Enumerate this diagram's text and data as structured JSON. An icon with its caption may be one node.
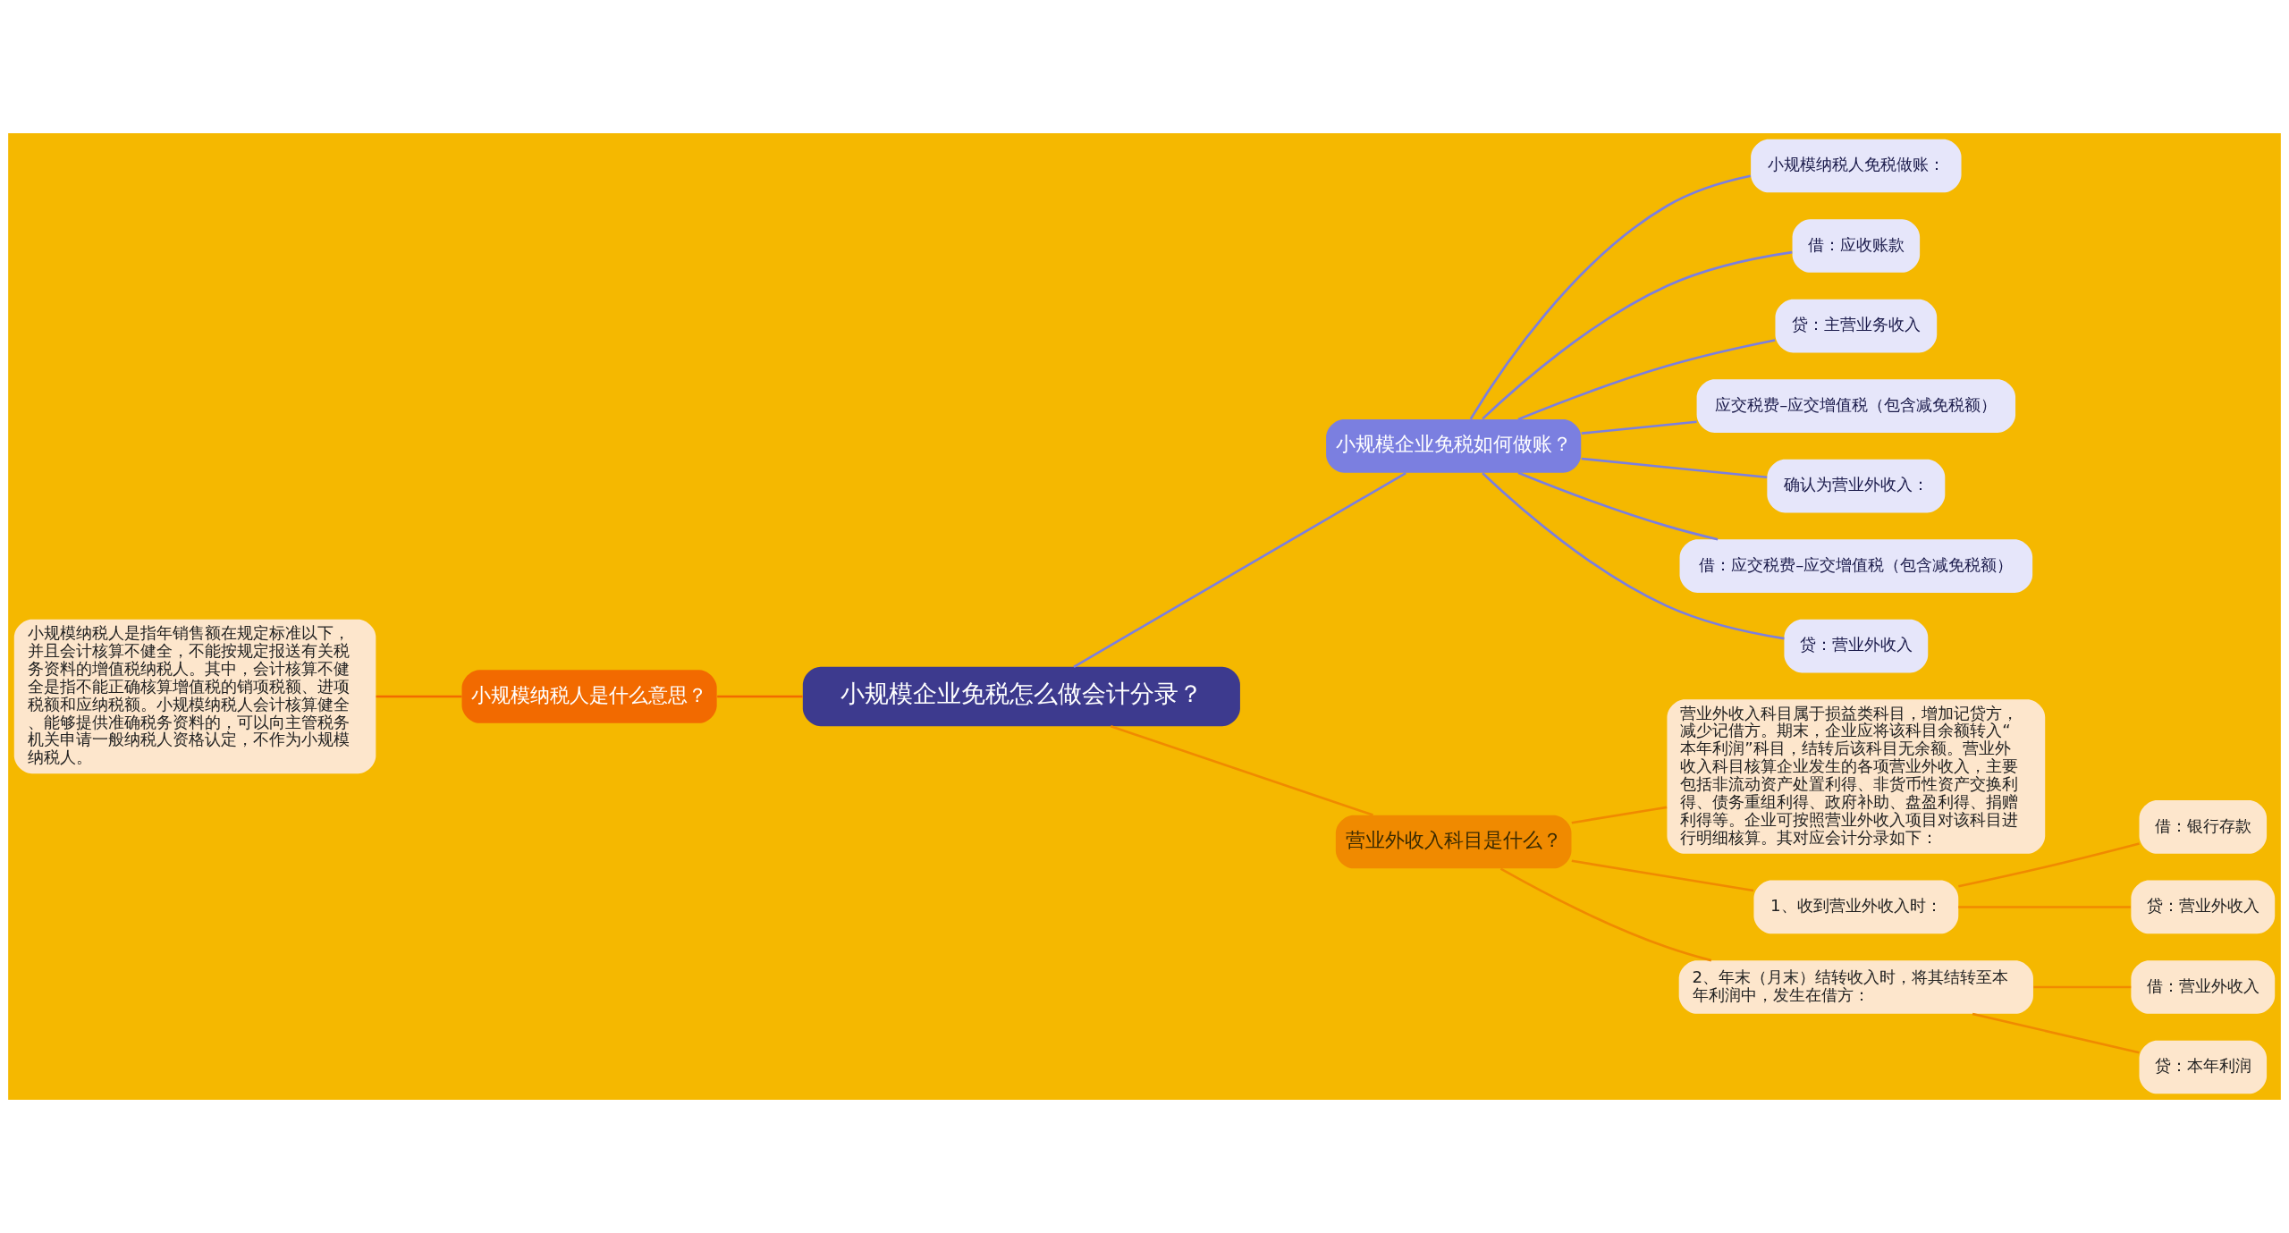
{
  "diagram": {
    "nodes": [
      {
        "text": [
          "小规模企业免税怎么做会计分录？"
        ]
      },
      {
        "text": [
          "小规模纳税人是什么意思？"
        ]
      },
      {
        "text": [
          "小规模纳税人是指年销售额在规定标准以下，并且会计核算不健全，不能按规定报送有关税务资料的增值税纳税人。其中，会计核算不健全是指不能正确核算增值税的销项税额、进项税额和应纳税额。小规模纳税人会计核算健全、能够提供准确税务资料的，可以向主管税务机关申请一般纳税人资格认定，不作为小规模纳税人。"
        ]
      },
      {
        "text": [
          "小规模企业免税如何做账？"
        ]
      },
      {
        "text": [
          "小规模纳税人免税做账："
        ]
      },
      {
        "text": [
          "借：应收账款"
        ]
      },
      {
        "text": [
          "贷：主营业务收入"
        ]
      },
      {
        "text": [
          "应交税费–应交增值税（包含减免税额）"
        ]
      },
      {
        "text": [
          "确认为营业外收入："
        ]
      },
      {
        "text": [
          "借：应交税费–应交增值税（包含减免税额）"
        ]
      },
      {
        "text": [
          "贷：营业外收入"
        ]
      },
      {
        "text": [
          "营业外收入科目是什么？"
        ]
      },
      {
        "text": [
          "营业外收入科目属于损益类科目，增加记贷方，减少记借方。期末，企业应将该科目余额转入“本年利润”科目，结转后该科目无余额。营业外收入科目核算企业发生的各项营业外收入，主要包括非流动资产处置利得、非货币性资产交换利得、债务重组利得、政府补助、盘盈利得、捐赠利得等。企业可按照营业外收入项目对该科目进行明细核算。其对应会计分录如下："
        ]
      },
      {
        "text": [
          "1、收到营业外收入时："
        ]
      },
      {
        "text": [
          "借：银行存款"
        ]
      },
      {
        "text": [
          "贷：营业外收入"
        ]
      },
      {
        "text": [
          "2、年末（月末）结转收入时，将其结转至本年利润中，发生在借方："
        ]
      },
      {
        "text": [
          "借：营业外收入"
        ]
      },
      {
        "text": [
          "贷：本年利润"
        ]
      }
    ],
    "edges": [
      {
        "from": 0,
        "to": 1,
        "arrow": "none",
        "color": "#f26a00"
      },
      {
        "from": 1,
        "to": 2,
        "arrow": "none",
        "color": "#f26a00"
      },
      {
        "from": 0,
        "to": 3,
        "arrow": "none",
        "color": "#7b7fe0"
      },
      {
        "from": 3,
        "to": 4,
        "arrow": "none",
        "color": "#7b7fe0"
      },
      {
        "from": 3,
        "to": 5,
        "arrow": "none",
        "color": "#7b7fe0"
      },
      {
        "from": 3,
        "to": 6,
        "arrow": "none",
        "color": "#7b7fe0"
      },
      {
        "from": 3,
        "to": 7,
        "arrow": "none",
        "color": "#7b7fe0"
      },
      {
        "from": 3,
        "to": 8,
        "arrow": "none",
        "color": "#7b7fe0"
      },
      {
        "from": 3,
        "to": 9,
        "arrow": "none",
        "color": "#7b7fe0"
      },
      {
        "from": 3,
        "to": 10,
        "arrow": "none",
        "color": "#7b7fe0"
      },
      {
        "from": 0,
        "to": 11,
        "arrow": "none",
        "color": "#f08a00"
      },
      {
        "from": 11,
        "to": 12,
        "arrow": "none",
        "color": "#f08a00"
      },
      {
        "from": 11,
        "to": 13,
        "arrow": "none",
        "color": "#f08a00"
      },
      {
        "from": 13,
        "to": 14,
        "arrow": "none",
        "color": "#f08a00"
      },
      {
        "from": 13,
        "to": 15,
        "arrow": "none",
        "color": "#f08a00"
      },
      {
        "from": 11,
        "to": 16,
        "arrow": "none",
        "color": "#f08a00"
      },
      {
        "from": 16,
        "to": 17,
        "arrow": "none",
        "color": "#f08a00"
      },
      {
        "from": 16,
        "to": 18,
        "arrow": "none",
        "color": "#f08a00"
      }
    ]
  }
}
